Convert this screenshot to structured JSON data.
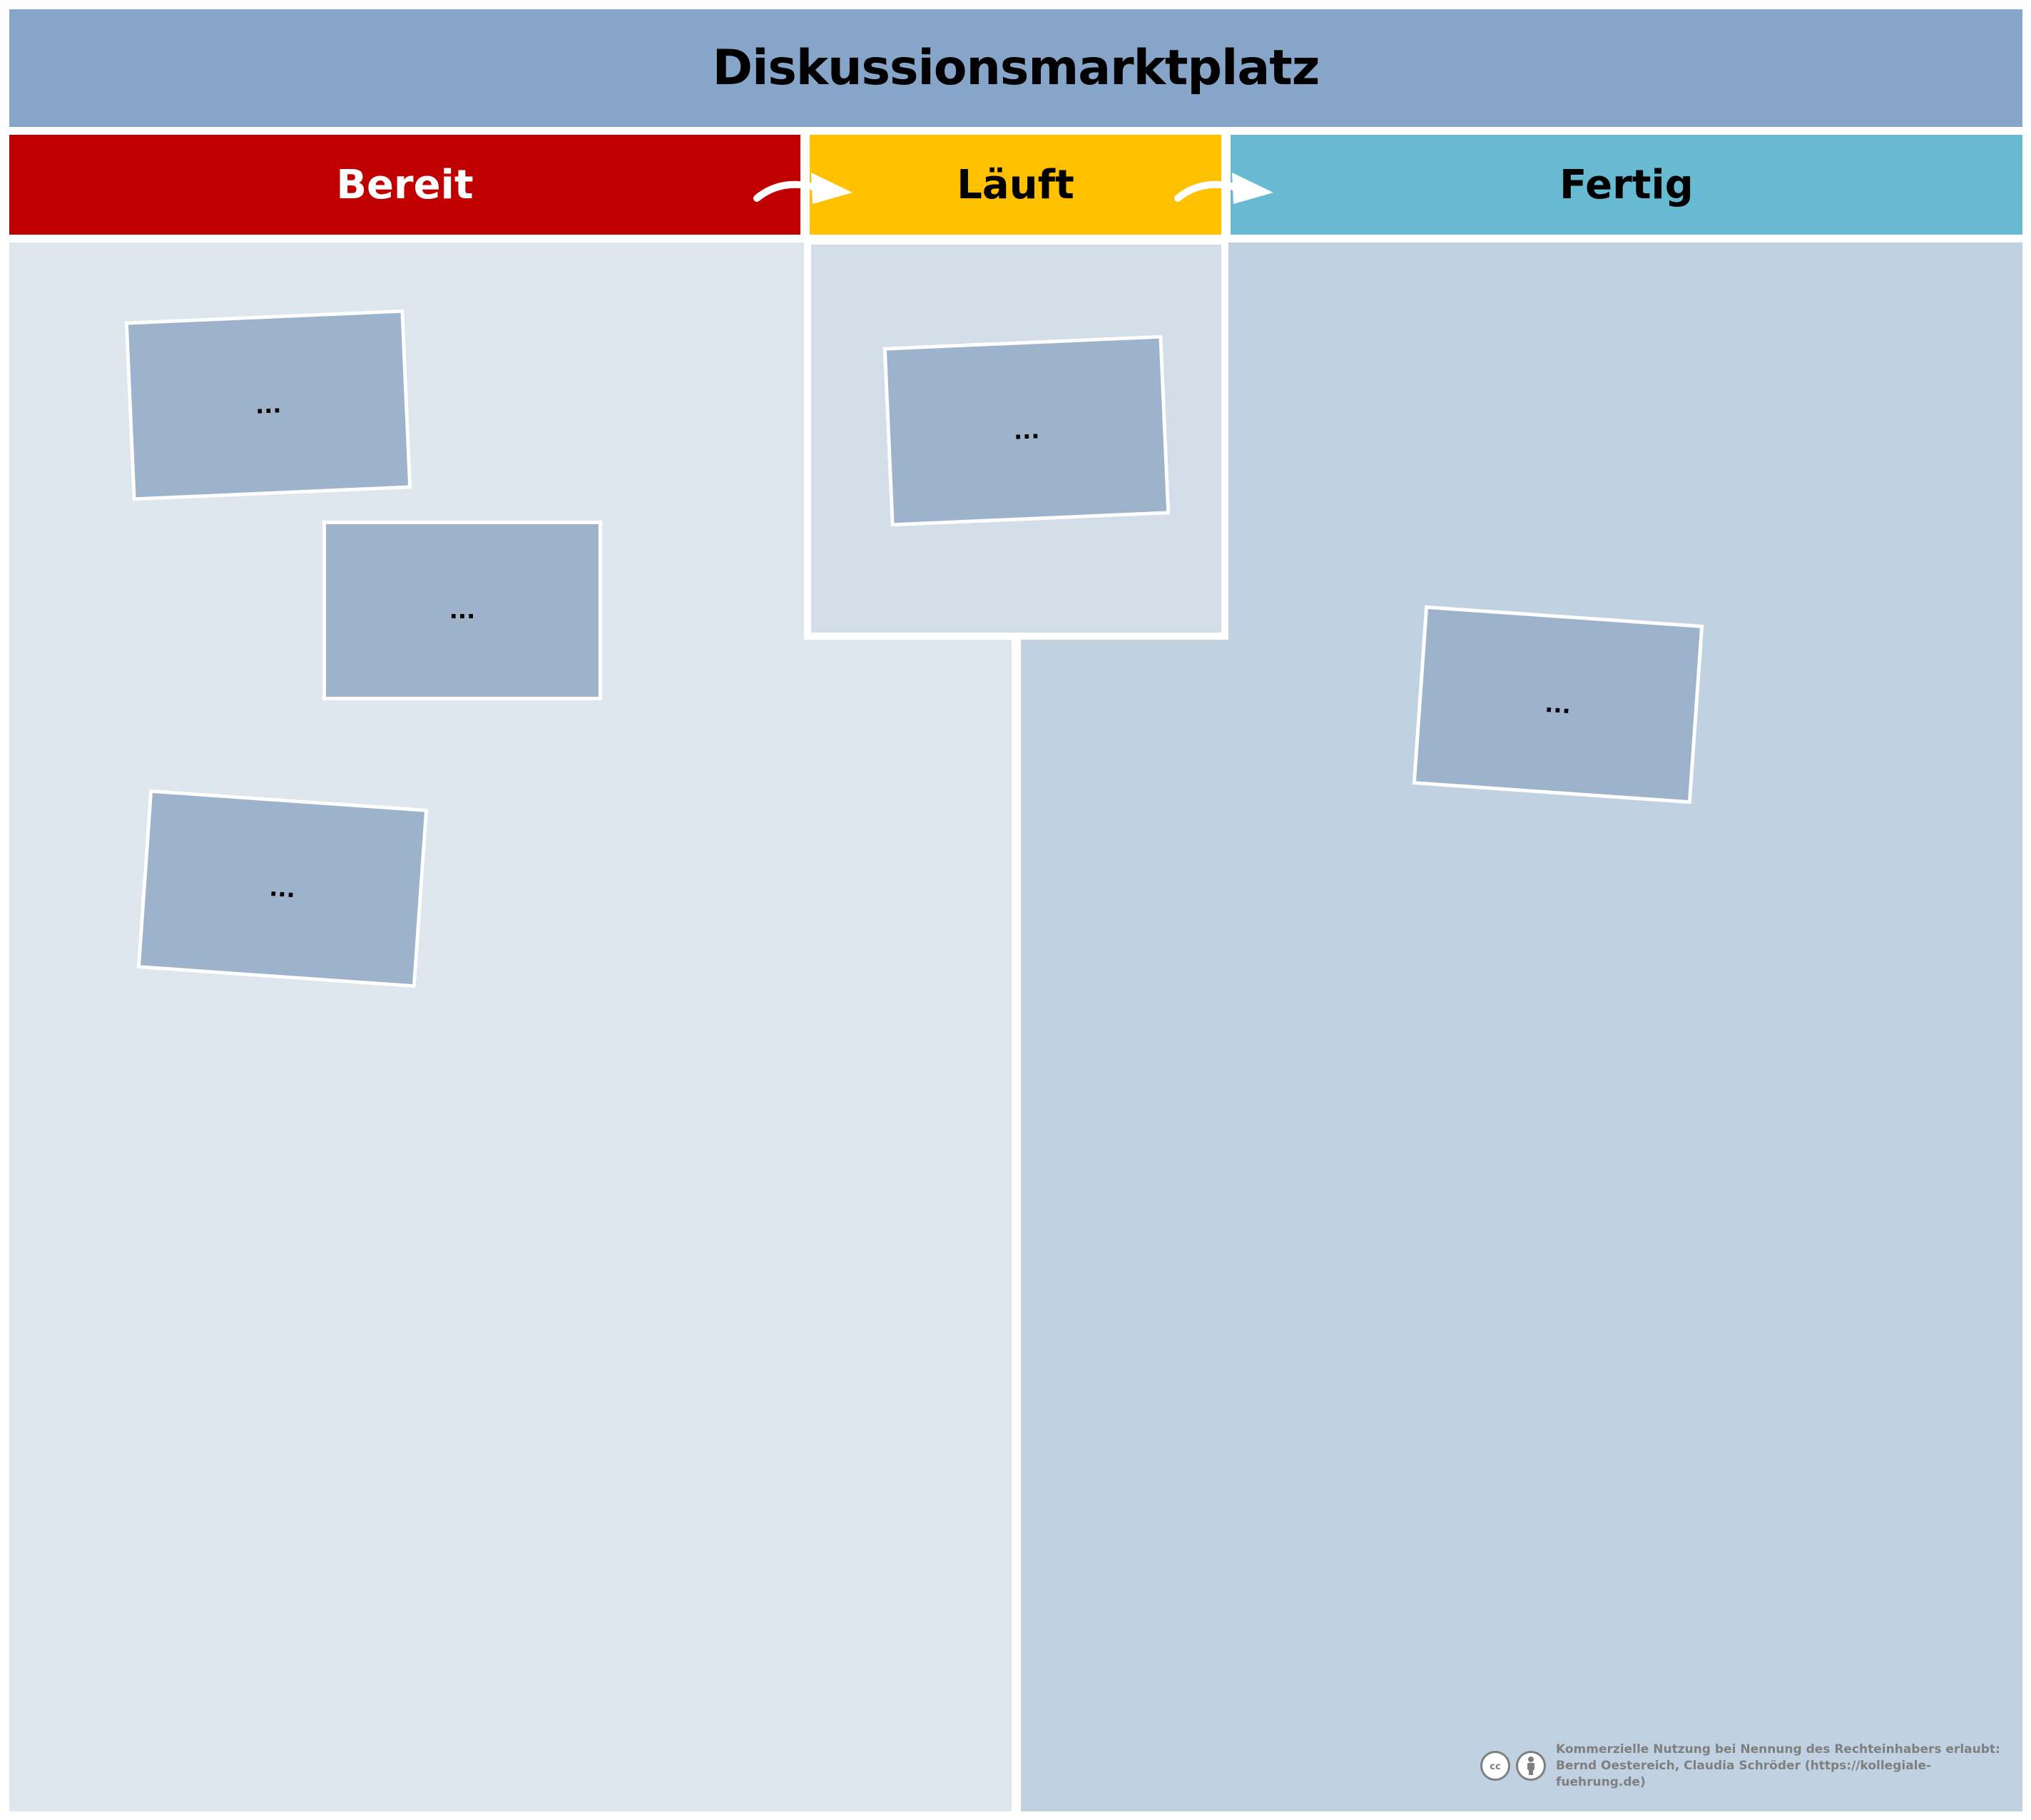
{
  "title": "Diskussionsmarktplatz",
  "columns": [
    {
      "label": "Bereit",
      "color": "#c00000",
      "text_color": "#ffffff"
    },
    {
      "label": "Läuft",
      "color": "#ffc000",
      "text_color": "#000000"
    },
    {
      "label": "Fertig",
      "color": "#67bad1",
      "text_color": "#000000"
    }
  ],
  "cards": {
    "bereit": [
      "...",
      "...",
      "..."
    ],
    "laeuft": [
      "..."
    ],
    "fertig": [
      "..."
    ]
  },
  "icons": [
    "arrow-right-icon",
    "arrow-right-icon",
    "cc-icon",
    "attribution-person-icon"
  ],
  "license": {
    "line1": "Kommerzielle Nutzung bei Nennung des Rechteinhabers erlaubt:",
    "line2": "Bernd Oestereich, Claudia Schröder (https://kollegiale-fuehrung.de)"
  }
}
